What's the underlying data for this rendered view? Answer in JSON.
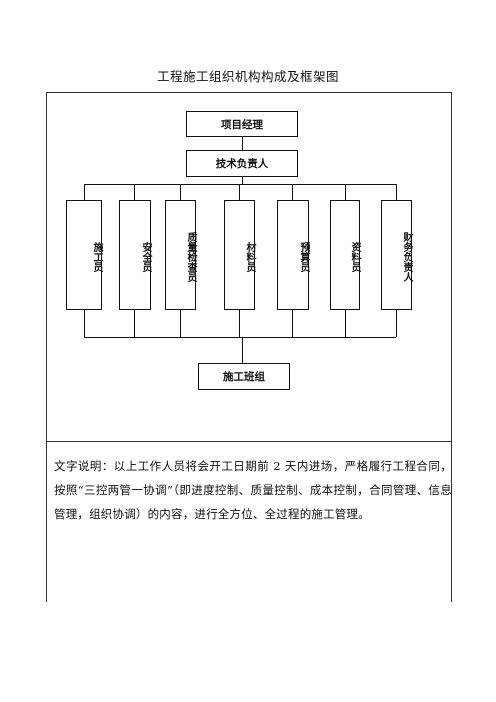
{
  "title": "工程施工组织机构构成及框架图",
  "org": {
    "project_manager": "项目经理",
    "tech_lead": "技术负责人",
    "roles": [
      "施工员",
      "安全员",
      "质量检查员",
      "材料员",
      "预算员",
      "资料员",
      "财务负责人"
    ],
    "team": "施工班组"
  },
  "description": "文字说明：以上工作人员将会开工日期前 2 天内进场，严格履行工程合同，按照“三控两管一协调”（即进度控制、质量控制、成本控制，合同管理、信息管理，组织协调）的内容，进行全方位、全过程的施工管理。"
}
